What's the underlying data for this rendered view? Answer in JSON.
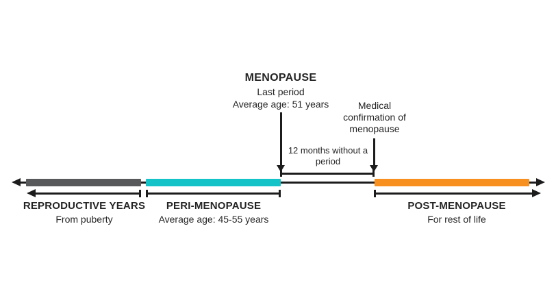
{
  "callouts": {
    "menopause": {
      "title": "MENOPAUSE",
      "line1": "Last period",
      "line2": "Average age: 51 years"
    },
    "medical_confirmation": {
      "text": "Medical\nconfirmation of\nmenopause"
    },
    "twelve_months": {
      "text": "12 months without a\nperiod"
    }
  },
  "segments": [
    {
      "label": "REPRODUCTIVE YEARS",
      "description": "From puberty",
      "color": "#58595B"
    },
    {
      "label": "PERI-MENOPAUSE",
      "description": "Average age: 45-55 years",
      "color": "#14C3C8"
    },
    {
      "label": "POST-MENOPAUSE",
      "description": "For rest of life",
      "color": "#F7901E"
    }
  ],
  "colors": {
    "line": "#1C1C1C",
    "text": "#242424",
    "background": "#FFFFFF"
  }
}
